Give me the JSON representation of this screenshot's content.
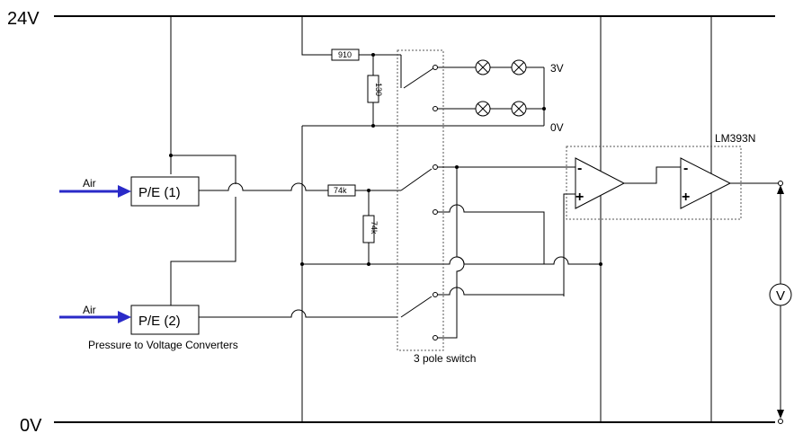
{
  "rails": {
    "top_label": "24V",
    "bottom_label": "0V"
  },
  "converters": {
    "pe1_label": "P/E (1)",
    "pe2_label": "P/E (2)",
    "air1_label": "Air",
    "air2_label": "Air",
    "caption": "Pressure to Voltage Converters"
  },
  "resistors": {
    "r910": "910",
    "r130": "130",
    "r74k_a": "74k",
    "r74k_b": "74k"
  },
  "lamps": {
    "label_3v": "3V",
    "label_0v": "0V"
  },
  "switch": {
    "caption": "3 pole switch"
  },
  "comparator": {
    "ic_label": "LM393N",
    "minus": "-",
    "plus": "+"
  },
  "meter": {
    "label": "V"
  }
}
